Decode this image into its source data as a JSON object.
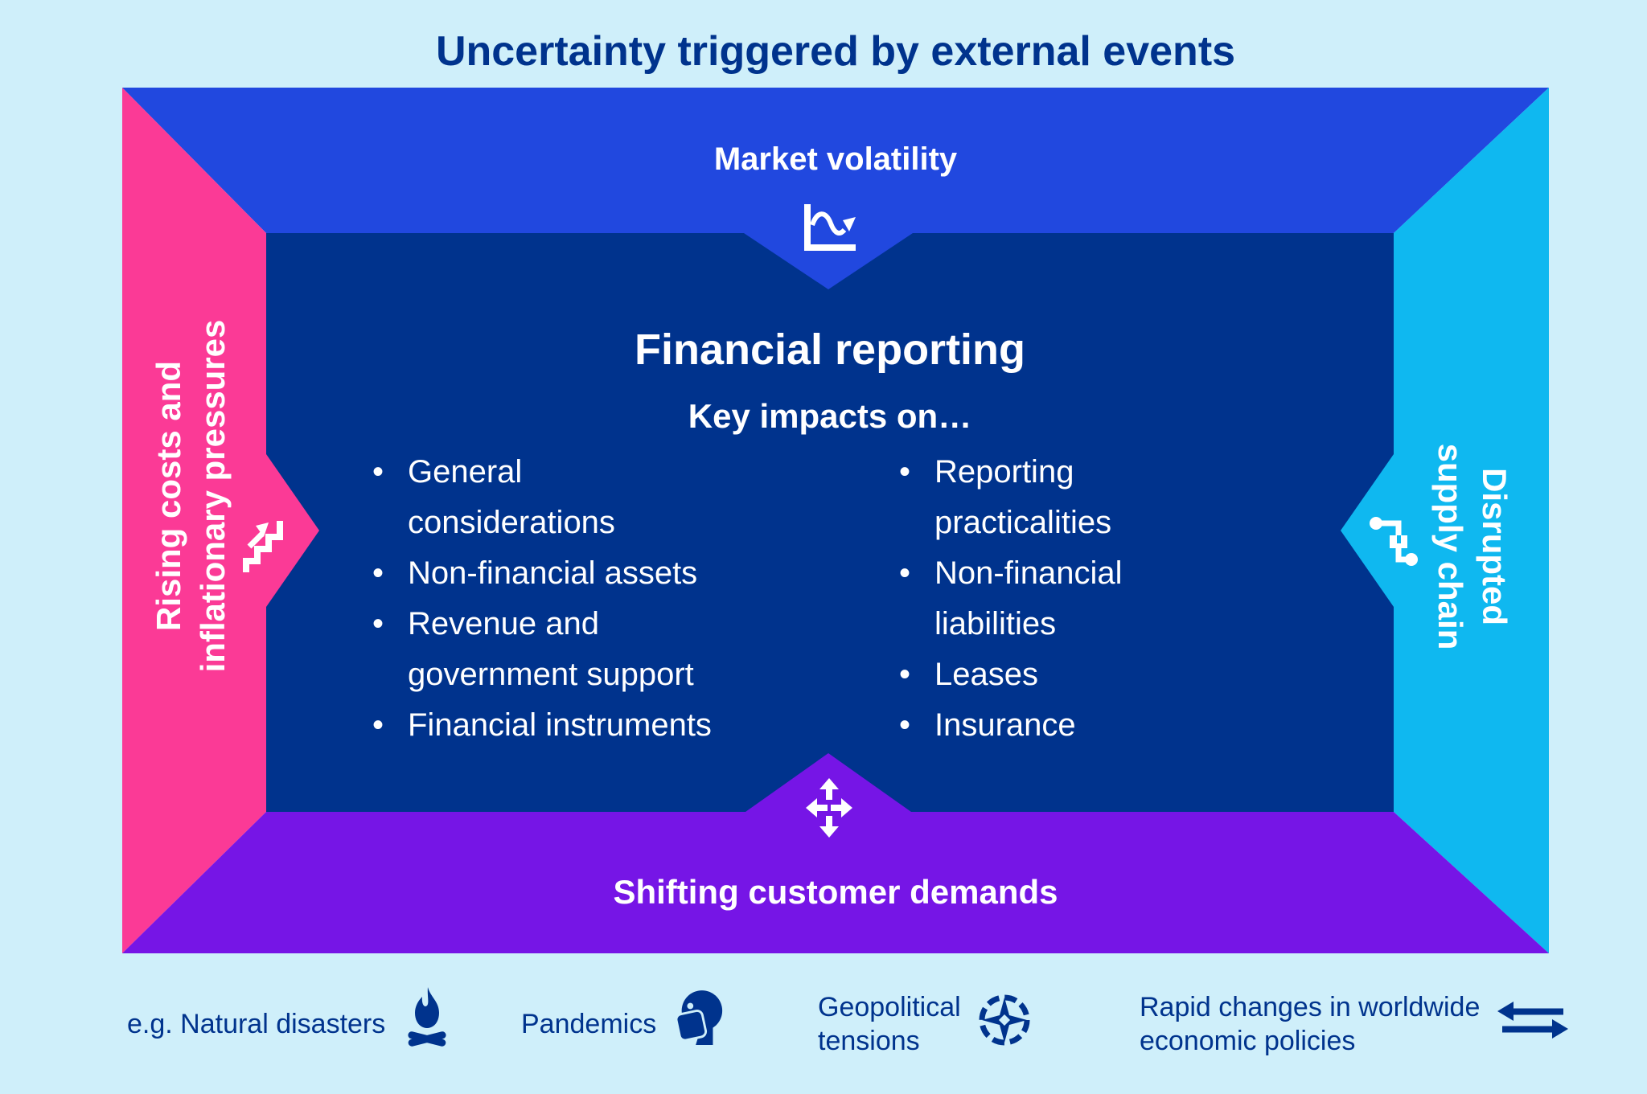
{
  "title": "Uncertainty triggered by external events",
  "colors": {
    "background": "#CFEFFA",
    "blue": "#2148DF",
    "dark_blue": "#00338D",
    "pink": "#FB3A96",
    "cyan": "#0FB8F0",
    "purple": "#7615E6",
    "text_dark": "#00338D",
    "text_light": "#FFFFFF"
  },
  "bands": {
    "top": {
      "label": "Market volatility",
      "icon": "line-chart-icon"
    },
    "left": {
      "line1": "Rising costs and",
      "line2": "inflationary pressures",
      "icon": "stairs-up-icon"
    },
    "right": {
      "line1": "supply chain",
      "line2": "Disrupted",
      "icon": "supply-route-icon"
    },
    "bottom": {
      "label": "Shifting customer demands",
      "icon": "move-arrows-icon"
    }
  },
  "center": {
    "heading": "Financial reporting",
    "subheading": "Key impacts on…",
    "left_bullets": [
      "General\nconsiderations",
      "Non-financial assets",
      "Revenue and\ngovernment support",
      "Financial instruments"
    ],
    "right_bullets": [
      "Reporting\npracticalities",
      "Non-financial\nliabilities",
      "Leases",
      "Insurance"
    ]
  },
  "examples": [
    {
      "label": "e.g. Natural disasters",
      "icon": "campfire-icon"
    },
    {
      "label": "Pandemics",
      "icon": "face-mask-icon"
    },
    {
      "label": "Geopolitical\ntensions",
      "icon": "compass-icon"
    },
    {
      "label": "Rapid changes in worldwide\neconomic policies",
      "icon": "double-arrows-icon"
    }
  ]
}
